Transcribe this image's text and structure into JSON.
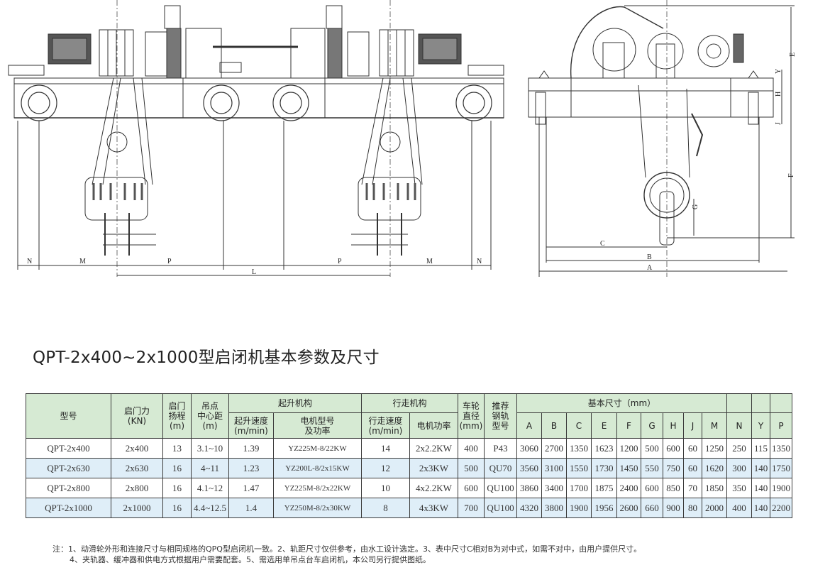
{
  "drawing": {
    "left_view_dimension_labels": [
      "N",
      "M",
      "P",
      "L",
      "P",
      "M",
      "N"
    ],
    "right_view_dimension_labels": [
      "E",
      "Y",
      "H",
      "J",
      "F",
      "G",
      "C",
      "B",
      "A"
    ]
  },
  "title": "QPT-2x400~2x1000型启闭机基本参数及尺寸",
  "table": {
    "header": {
      "model": "型号",
      "force": "启门力(KN)",
      "force_l1": "启门力",
      "force_l2": "(KN)",
      "lift_l1": "启门",
      "lift_l2": "扬程",
      "lift_l3": "(m)",
      "center_l1": "吊点",
      "center_l2": "中心距",
      "center_l3": "(m)",
      "hoist_group": "起升机构",
      "hoist_speed_l1": "起升速度",
      "hoist_speed_l2": "(m/min)",
      "hoist_motor_l1": "电机型号",
      "hoist_motor_l2": "及功率",
      "travel_group": "行走机构",
      "travel_speed_l1": "行走速度",
      "travel_speed_l2": "(m/min)",
      "travel_motor": "电机功率",
      "wheel_l1": "车轮",
      "wheel_l2": "直径",
      "wheel_l3": "(mm)",
      "rail_l1": "推荐",
      "rail_l2": "钢轨",
      "rail_l3": "型号",
      "dims_group": "基本尺寸（mm）",
      "dims": [
        "A",
        "B",
        "C",
        "E",
        "F",
        "G",
        "H",
        "J",
        "M",
        "N",
        "Y",
        "P"
      ]
    },
    "rows": [
      {
        "model": "QPT-2x400",
        "force": "2x400",
        "lift": "13",
        "center": "3.1~10",
        "hoist_speed": "1.39",
        "hoist_motor": "YZ225M-8/22KW",
        "travel_speed": "14",
        "travel_motor": "2x2.2KW",
        "wheel": "400",
        "rail": "P43",
        "A": "3060",
        "B": "2700",
        "C": "1350",
        "E": "1623",
        "F": "1200",
        "G": "500",
        "H": "600",
        "J": "60",
        "M": "1250",
        "N": "250",
        "Y": "115",
        "P": "1350"
      },
      {
        "model": "QPT-2x630",
        "force": "2x630",
        "lift": "16",
        "center": "4~11",
        "hoist_speed": "1.23",
        "hoist_motor": "YZ200L-8/2x15KW",
        "travel_speed": "12",
        "travel_motor": "2x3KW",
        "wheel": "500",
        "rail": "QU70",
        "A": "3560",
        "B": "3100",
        "C": "1550",
        "E": "1730",
        "F": "1450",
        "G": "550",
        "H": "750",
        "J": "60",
        "M": "1620",
        "N": "300",
        "Y": "140",
        "P": "1750"
      },
      {
        "model": "QPT-2x800",
        "force": "2x800",
        "lift": "16",
        "center": "4.1~12",
        "hoist_speed": "1.47",
        "hoist_motor": "YZ225M-8/2x22KW",
        "travel_speed": "10",
        "travel_motor": "4x2.2KW",
        "wheel": "600",
        "rail": "QU100",
        "A": "3860",
        "B": "3400",
        "C": "1700",
        "E": "1875",
        "F": "2400",
        "G": "600",
        "H": "850",
        "J": "70",
        "M": "1850",
        "N": "350",
        "Y": "140",
        "P": "1900"
      },
      {
        "model": "QPT-2x1000",
        "force": "2x1000",
        "lift": "16",
        "center": "4.4~12.5",
        "hoist_speed": "1.4",
        "hoist_motor": "YZ250M-8/2x30KW",
        "travel_speed": "8",
        "travel_motor": "4x3KW",
        "wheel": "700",
        "rail": "QU100",
        "A": "4320",
        "B": "3800",
        "C": "1900",
        "E": "1956",
        "F": "2600",
        "G": "660",
        "H": "900",
        "J": "80",
        "M": "2000",
        "N": "400",
        "Y": "140",
        "P": "2200"
      }
    ]
  },
  "notes": {
    "line1": "注：1、动滑轮外形和连接尺寸与相同规格的QPQ型启闭机一致。2、轨距尺寸仅供参考，由水工设计选定。3、表中尺寸C相对B为对中式，如需不对中，由用户提供尺寸。",
    "line2": "4、夹轨器、缓冲器和供电方式根据用户需要配套。5、需选用单吊点台车启闭机，本公司另行提供图纸。"
  },
  "colors": {
    "header_bg": "#d6ead3",
    "alt_row_bg": "#dfeef8",
    "border": "#3a3a3a"
  }
}
